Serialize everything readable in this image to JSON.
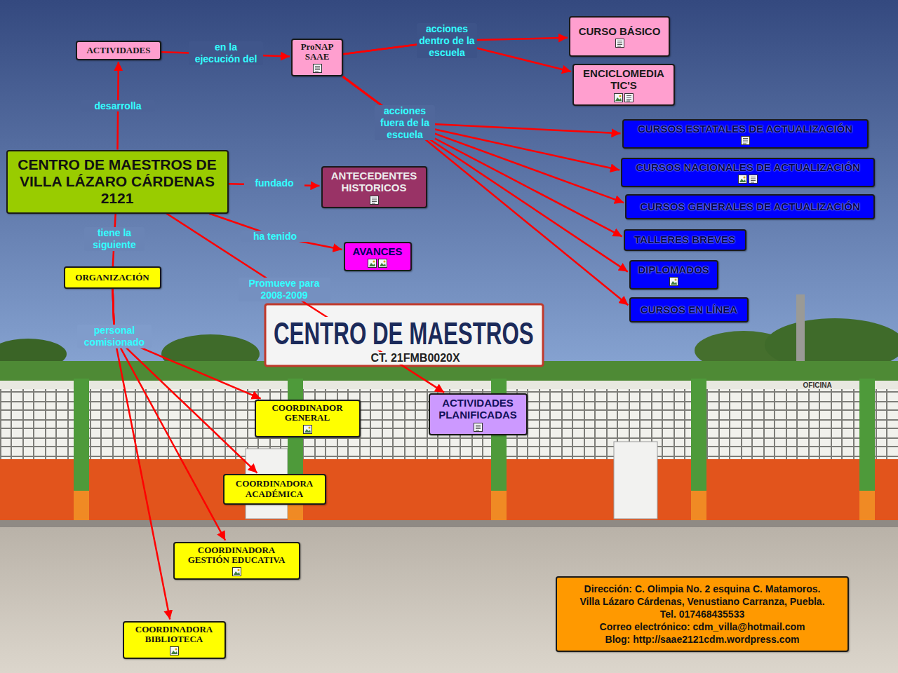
{
  "diagram": {
    "nodes": [
      {
        "text": [
          "ACTIVIDADES"
        ]
      },
      {
        "text": [
          "ProNAP SAAE"
        ]
      },
      {
        "text": [
          "CURSO BÁSICO"
        ]
      },
      {
        "text": [
          "ENCICLOMEDIA TIC'S"
        ]
      },
      {
        "text": [
          "CURSOS ESTATALES DE ACTUALIZACIÓN"
        ]
      },
      {
        "text": [
          "CENTRO DE MAESTROS DE VILLA LÁZARO CÁRDENAS 2121"
        ]
      },
      {
        "text": [
          "ANTECEDENTES HISTORICOS"
        ]
      },
      {
        "text": [
          "CURSOS NACIONALES DE ACTUALIZACIÓN"
        ]
      },
      {
        "text": [
          "CURSOS GENERALES DE ACTUALIZACIÓN"
        ]
      },
      {
        "text": [
          "TALLERES BREVES"
        ]
      },
      {
        "text": [
          "AVANCES"
        ]
      },
      {
        "text": [
          "DIPLOMADOS"
        ]
      },
      {
        "text": [
          "ORGANIZACIÓN"
        ]
      },
      {
        "text": [
          "CURSOS EN LÍNEA"
        ]
      },
      {
        "text": [
          "ACTIVIDADES PLANIFICADAS"
        ]
      },
      {
        "text": [
          "COORDINADOR GENERAL"
        ]
      },
      {
        "text": [
          "COORDINADORA ACADÉMICA"
        ]
      },
      {
        "text": [
          "COORDINADORA GESTIÓN EDUCATIVA"
        ]
      },
      {
        "text": [
          "COORDINADORA BIBLIOTECA"
        ]
      },
      {
        "text": [
          "Dirección: C. Olimpia No. 2 esquina C. Matamoros.",
          "Villa Lázaro Cárdenas, Venustiano Carranza, Puebla.",
          "Tel. 017468435533",
          "Correo electrónico: cdm_villa@hotmail.com",
          "Blog: http://saae2121cdm.wordpress.com"
        ]
      }
    ],
    "edges": [
      {
        "from": 5,
        "to": 0,
        "arrow": "to",
        "label": "desarrolla"
      },
      {
        "from": 0,
        "to": 1,
        "arrow": "to",
        "label": "en la ejecución del"
      },
      {
        "from": 1,
        "to": 2,
        "arrow": "to",
        "label": "acciones dentro de la escuela"
      },
      {
        "from": 1,
        "to": 3,
        "arrow": "to"
      },
      {
        "from": 1,
        "to": 4,
        "arrow": "to",
        "label": "acciones fuera de la escuela"
      },
      {
        "from": 1,
        "to": 7,
        "arrow": "to"
      },
      {
        "from": 1,
        "to": 8,
        "arrow": "to"
      },
      {
        "from": 1,
        "to": 9,
        "arrow": "to"
      },
      {
        "from": 1,
        "to": 11,
        "arrow": "to"
      },
      {
        "from": 1,
        "to": 13,
        "arrow": "to"
      },
      {
        "from": 5,
        "to": 6,
        "arrow": "to",
        "label": "fundado"
      },
      {
        "from": 5,
        "to": 10,
        "arrow": "to",
        "label": "ha tenido"
      },
      {
        "from": 5,
        "to": 14,
        "arrow": "to",
        "label": "Promueve para 2008-2009"
      },
      {
        "from": 5,
        "to": 12,
        "arrow": "none",
        "label": "tiene la siguiente"
      },
      {
        "from": 12,
        "to": 15,
        "arrow": "to",
        "label": "personal comisionado"
      },
      {
        "from": 12,
        "to": 16,
        "arrow": "to"
      },
      {
        "from": 12,
        "to": 17,
        "arrow": "to"
      },
      {
        "from": 12,
        "to": 18,
        "arrow": "to"
      }
    ],
    "labels": [
      "CENTRO DE MAESTROS",
      "CT. 21FMB0020X",
      "OFICINA"
    ]
  }
}
